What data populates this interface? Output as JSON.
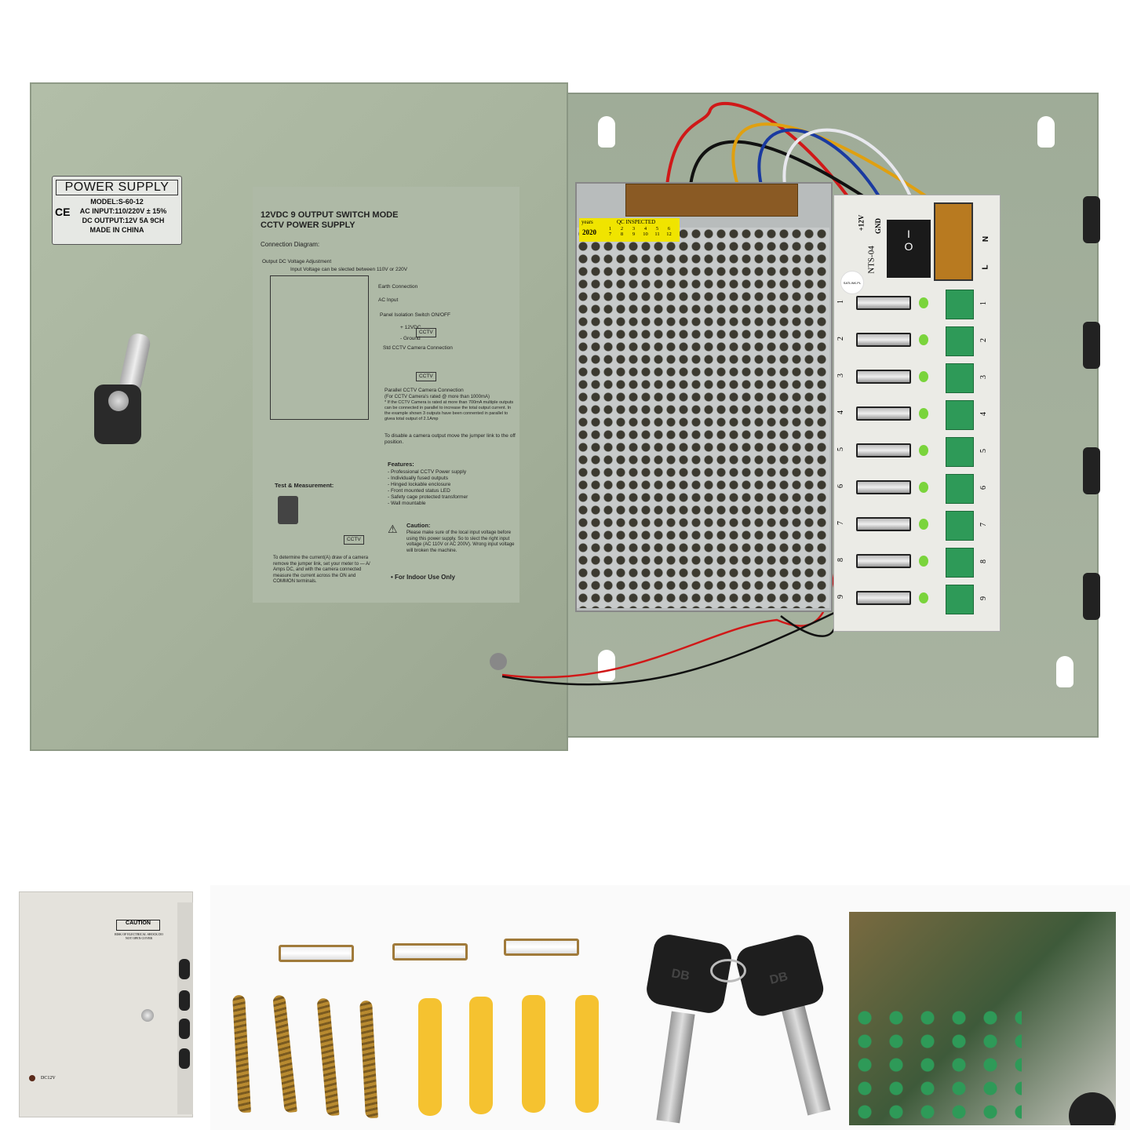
{
  "door_label": {
    "title": "POWER SUPPLY",
    "model": "MODEL:S-60-12",
    "ac_input": "AC INPUT:110/220V ± 15%",
    "dc_output": "DC OUTPUT:12V  5A  9CH",
    "origin": "MADE IN CHINA",
    "mark": "CE"
  },
  "instruction_sheet": {
    "title_1": "12VDC 9 OUTPUT SWITCH MODE",
    "title_2": "CCTV POWER SUPPLY",
    "connection_diagram": "Connection Diagram:",
    "output_adjust": "Output DC Voltage Adjustment",
    "input_voltage": "Input Voltage can be slected between 110V or 220V",
    "earth": "Earth Connection",
    "ac_input": "AC Input",
    "panel_switch": "Panel Isolation Switch ON/OFF",
    "std_camera": "Std CCTV Camera Connection",
    "parallel_camera": "Parallel CCTV Camera Connection",
    "parallel_note": "(For CCTV Camera's rated @ more than 1000mA)",
    "parallel_detail": "* If the CCTV Camera is rated at more than 700mA multiple outputs can be connected in parallel to increase the total output current. In the example shown 3 outputs have been connented in parallel to givea total output of 2.1Amp",
    "disable": "To disable a camera output move the jumper link to the off position.",
    "features_title": "Features:",
    "features": [
      "- Professional CCTV Power supply",
      "- Individually fused outputs",
      "- Hinged lockable enclosure",
      "- Front mounted status LED",
      "- Safety cage protected transformer",
      "- Wall mountable"
    ],
    "test_title": "Test & Measurement:",
    "test_text": "To determine the current(A) draw of a camera remove the jumper link, set your meter to — A/ Amps DC, and with the camera connected measure the current across the ON and COMMON terminals.",
    "caution_title": "Caution:",
    "caution_text": "Please make sure of the local input voltage before using this power supply. So to slect the right input voltage (AC 110V or AC 200V). Wrong input voltage will broken the machine.",
    "indoor": "• For Indoor Use Only",
    "cctv": "CCTV",
    "plus_12vdc": "+ 12VDC",
    "ground": "- Ground"
  },
  "qc_sticker": {
    "years": "years",
    "year": "2020",
    "qc": "QC  INSPECTED",
    "months": [
      "1",
      "2",
      "3",
      "4",
      "5",
      "6",
      "7",
      "8",
      "9",
      "10",
      "11",
      "12"
    ]
  },
  "board": {
    "model": "NTS-04",
    "plus12v": "+12V",
    "gnd": "GND",
    "n": "N",
    "l": "L",
    "switch_on": "I",
    "switch_off": "O",
    "stamp": "SATLINK.PL",
    "outputs": [
      "1",
      "2",
      "3",
      "4",
      "5",
      "6",
      "7",
      "8",
      "9"
    ]
  },
  "small_box": {
    "caution": "CAUTION",
    "warning": "RISK OF ELECTRICAL SHOCK DO NOT OPEN COVER",
    "led_label": "DC12V"
  },
  "keys": {
    "brand": "DB"
  },
  "colors": {
    "enclosure": "#a9b5a0",
    "terminal_green": "#2e9a58",
    "qc_yellow": "#f0e400",
    "anchor_yellow": "#f5c230"
  }
}
